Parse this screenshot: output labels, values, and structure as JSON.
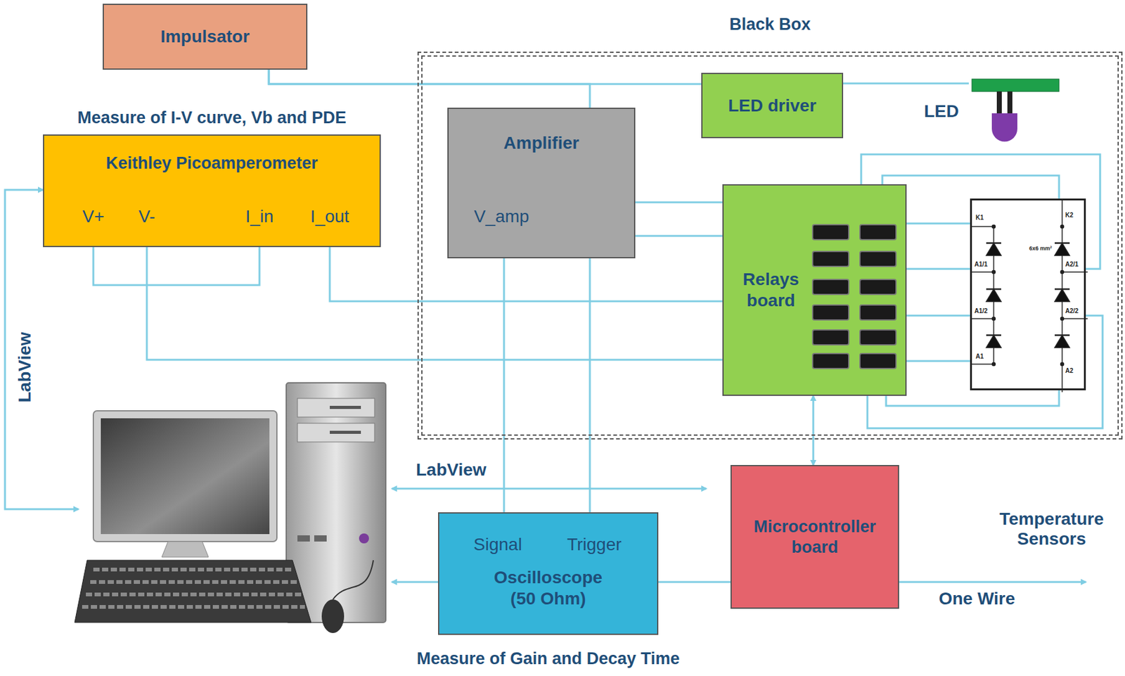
{
  "diagram": {
    "nodes": [
      {
        "text": [
          "Impulsator"
        ]
      },
      {
        "text": [
          "Black Box"
        ]
      },
      {
        "text": [
          "Measure of I-V curve, Vb and PDE",
          "Keithley Picoamperometer"
        ]
      },
      {
        "text": [
          "Amplifier"
        ],
        "in": 1
      },
      {
        "text": [
          "LED driver"
        ],
        "in": 1
      },
      {
        "text": [
          "LED"
        ],
        "in": 1
      },
      {
        "text": [
          "Relays board"
        ],
        "in": 1
      },
      {
        "text": [
          "K1",
          "K2",
          "A1/1",
          "A2/1",
          "A1/2",
          "A2/2",
          "A1",
          "A2",
          "6x6 mm²"
        ],
        "in": 1
      },
      {
        "text": [
          "Microcontroller board"
        ]
      },
      {
        "text": [
          "Oscilloscope (50 Ohm)",
          "Measure of Gain and Decay Time"
        ]
      }
    ],
    "edges": [
      {
        "from": 0,
        "to": 4,
        "arrow": "none"
      },
      {
        "from": 0,
        "to": 9,
        "arrow": "none"
      },
      {
        "from": 4,
        "to": 5,
        "arrow": "none"
      },
      {
        "from": 3,
        "to": 6,
        "arrow": "none"
      },
      {
        "from": 3,
        "to": 6,
        "arrow": "none"
      },
      {
        "from": 3,
        "to": 9,
        "arrow": "none"
      },
      {
        "from": 2,
        "to": 6,
        "arrow": "none"
      },
      {
        "from": 2,
        "to": 6,
        "arrow": "none"
      },
      {
        "from": 6,
        "to": 7,
        "arrow": "none"
      },
      {
        "from": 6,
        "to": 7,
        "arrow": "none"
      },
      {
        "from": 6,
        "to": 7,
        "arrow": "none"
      },
      {
        "from": 6,
        "to": 7,
        "arrow": "none"
      },
      {
        "from": 6,
        "to": 7,
        "arrow": "none"
      },
      {
        "from": 6,
        "to": 7,
        "arrow": "none"
      },
      {
        "from": 6,
        "to": 7,
        "arrow": "none"
      },
      {
        "from": 6,
        "to": 7,
        "arrow": "none"
      },
      {
        "from": 8,
        "to": 6,
        "arrow": "both"
      },
      {
        "from": 8,
        "to": 9,
        "arrow": "none"
      }
    ],
    "labels": [
      "V+",
      "V-",
      "I_in",
      "I_out",
      "V_amp",
      "LabView",
      "LabView",
      "Signal",
      "Trigger",
      "Temperature Sensors",
      "One Wire"
    ]
  }
}
